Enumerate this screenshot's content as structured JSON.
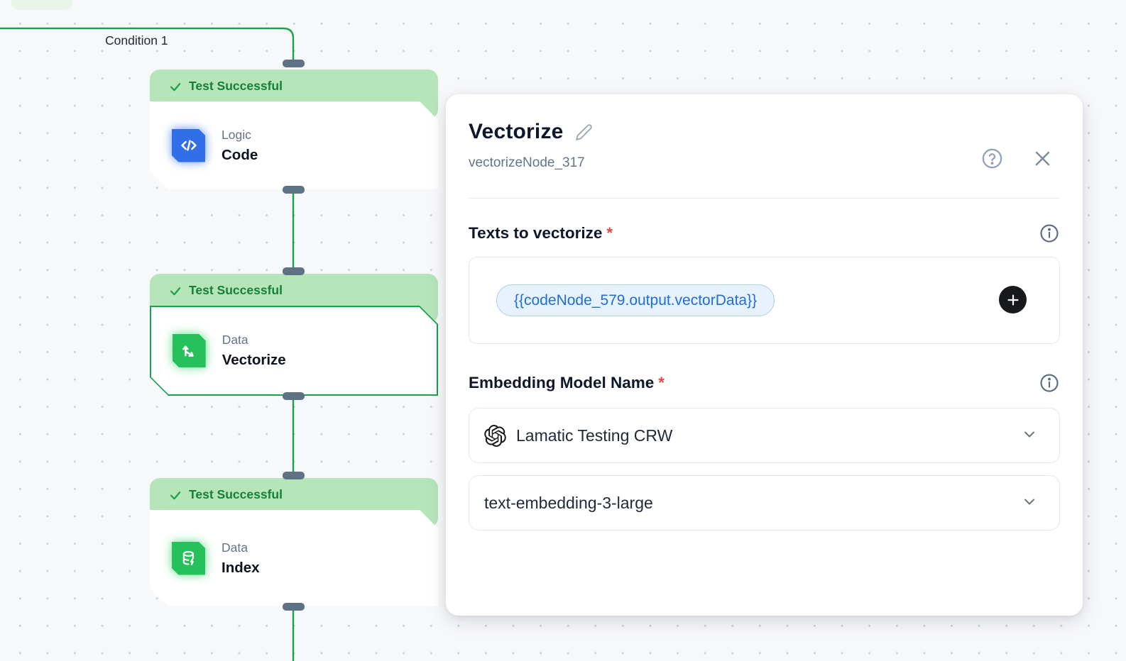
{
  "canvas": {
    "condition_label": "Condition 1",
    "nodes": [
      {
        "badge": "Test Successful",
        "category": "Logic",
        "title": "Code"
      },
      {
        "badge": "Test Successful",
        "category": "Data",
        "title": "Vectorize",
        "selected": true
      },
      {
        "badge": "Test Successful",
        "category": "Data",
        "title": "Index"
      }
    ]
  },
  "panel": {
    "title": "Vectorize",
    "subtitle": "vectorizeNode_317",
    "required_marker": "*",
    "texts_section": {
      "label": "Texts to vectorize",
      "pill": "{{codeNode_579.output.vectorData}}"
    },
    "model_section": {
      "label": "Embedding Model Name",
      "provider_dropdown": "Lamatic Testing CRW",
      "model_dropdown": "text-embedding-3-large"
    }
  },
  "colors": {
    "edge_green": "#1ba24a",
    "badge_green": "#b6e5ba",
    "badge_text_green": "#15803d",
    "selected_border": "#16a34a",
    "handle_slate": "#5d7285",
    "icon_blue": "#316fe8",
    "icon_green": "#27c15b",
    "pill_bg": "#e8f2fd",
    "pill_text": "#1d6ed8",
    "required_red": "#ef4444"
  }
}
